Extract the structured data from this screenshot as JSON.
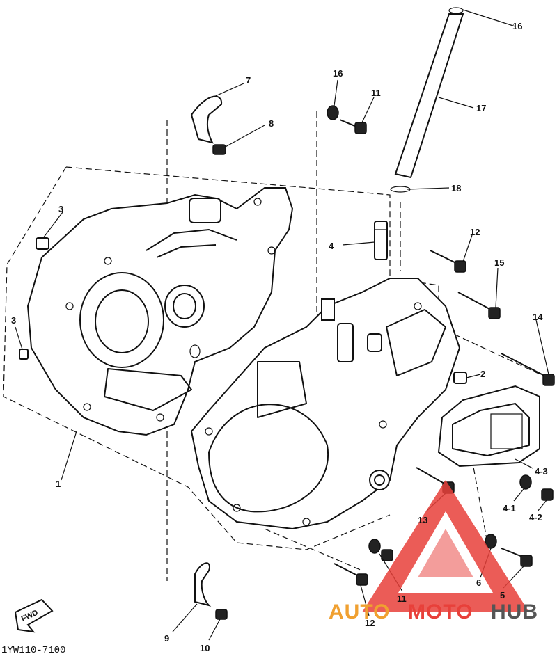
{
  "callouts": [
    {
      "id": "c1",
      "text": "1"
    },
    {
      "id": "c2",
      "text": "2"
    },
    {
      "id": "c3a",
      "text": "3"
    },
    {
      "id": "c3b",
      "text": "3"
    },
    {
      "id": "c4",
      "text": "4"
    },
    {
      "id": "c4_1",
      "text": "4-1"
    },
    {
      "id": "c4_2",
      "text": "4-2"
    },
    {
      "id": "c4_3",
      "text": "4-3"
    },
    {
      "id": "c6",
      "text": "6"
    },
    {
      "id": "c5",
      "text": "5"
    },
    {
      "id": "c7",
      "text": "7"
    },
    {
      "id": "c8",
      "text": "8"
    },
    {
      "id": "c9",
      "text": "9"
    },
    {
      "id": "c10",
      "text": "10"
    },
    {
      "id": "c11a",
      "text": "11"
    },
    {
      "id": "c11b",
      "text": "11"
    },
    {
      "id": "c12a",
      "text": "12"
    },
    {
      "id": "c12b",
      "text": "12"
    },
    {
      "id": "c13",
      "text": "13"
    },
    {
      "id": "c14",
      "text": "14"
    },
    {
      "id": "c15",
      "text": "15"
    },
    {
      "id": "c16a",
      "text": "16"
    },
    {
      "id": "c16b",
      "text": "16"
    },
    {
      "id": "c17",
      "text": "17"
    },
    {
      "id": "c18",
      "text": "18"
    }
  ],
  "figure_code": "1YW110-7100",
  "fwd_label": "FWD",
  "watermark": {
    "part1": "AUTO",
    "part2": "MOTO",
    "part3": "HUB",
    "color1": "#f0a030",
    "color2": "#e8403a",
    "color3": "#555555",
    "logo_color": "#e8403a"
  }
}
